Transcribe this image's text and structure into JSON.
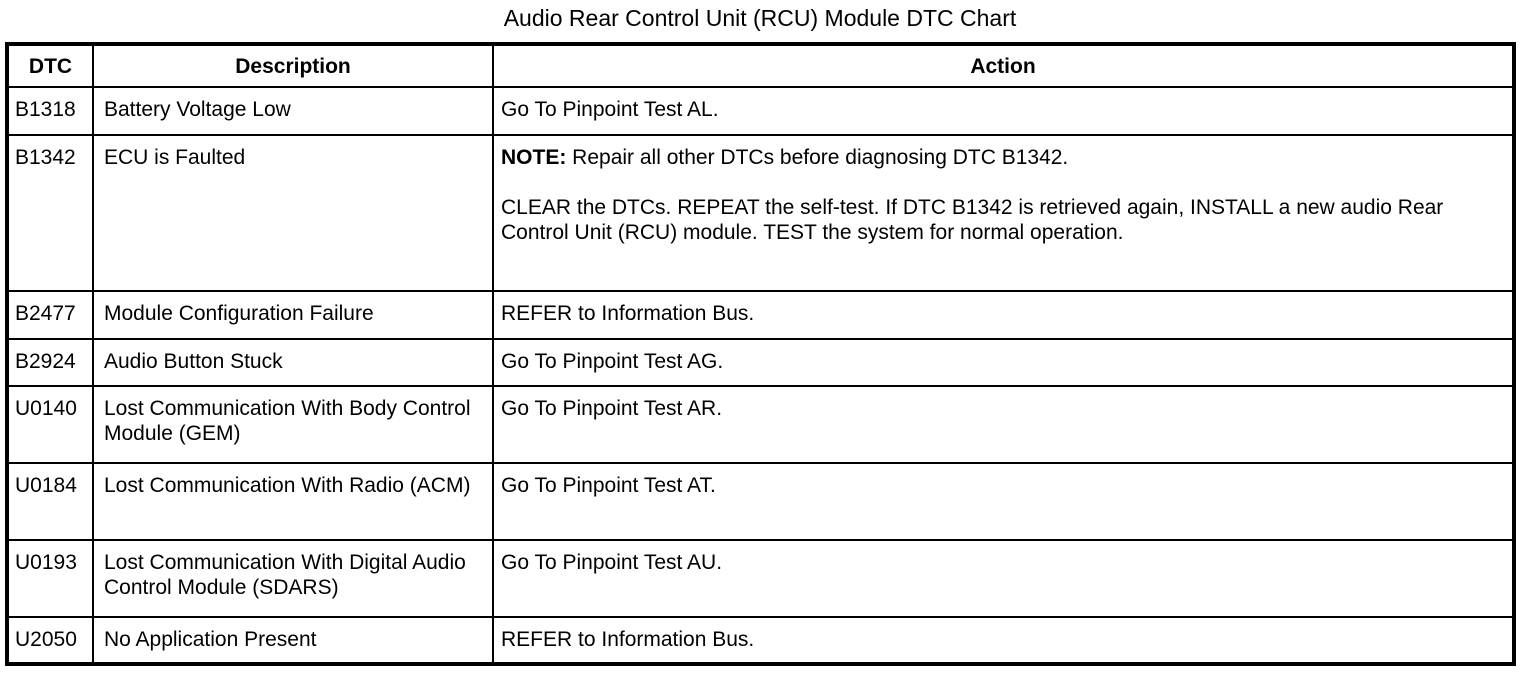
{
  "page": {
    "title": "Audio Rear Control Unit (RCU) Module DTC Chart"
  },
  "table": {
    "columns": [
      "DTC",
      "Description",
      "Action"
    ],
    "rows": [
      {
        "dtc": "B1318",
        "description": "Battery Voltage Low",
        "action": [
          {
            "text": "Go To Pinpoint Test AL."
          }
        ]
      },
      {
        "dtc": "B1342",
        "description": "ECU is Faulted",
        "action": [
          {
            "bold": "NOTE:",
            "text": "Repair all other DTCs before diagnosing DTC B1342."
          },
          {
            "text": "CLEAR the DTCs. REPEAT the self-test. If DTC B1342 is retrieved again, INSTALL a new audio Rear Control Unit (RCU) module. TEST the system for normal operation."
          }
        ]
      },
      {
        "dtc": "B2477",
        "description": "Module Configuration Failure",
        "action": [
          {
            "text": "REFER to Information Bus."
          }
        ]
      },
      {
        "dtc": "B2924",
        "description": "Audio Button Stuck",
        "action": [
          {
            "text": "Go To Pinpoint Test AG."
          }
        ]
      },
      {
        "dtc": "U0140",
        "description": "Lost Communication With Body Control Module (GEM)",
        "action": [
          {
            "text": "Go To Pinpoint Test AR."
          }
        ]
      },
      {
        "dtc": "U0184",
        "description": "Lost Communication With Radio (ACM)",
        "action": [
          {
            "text": "Go To Pinpoint Test AT."
          }
        ]
      },
      {
        "dtc": "U0193",
        "description": "Lost Communication With Digital Audio Control Module (SDARS)",
        "action": [
          {
            "text": "Go To Pinpoint Test AU."
          }
        ]
      },
      {
        "dtc": "U2050",
        "description": "No Application Present",
        "action": [
          {
            "text": "REFER to Information Bus."
          }
        ]
      }
    ]
  },
  "colors": {
    "foreground": "#000000",
    "background": "#ffffff",
    "border": "#000000"
  }
}
